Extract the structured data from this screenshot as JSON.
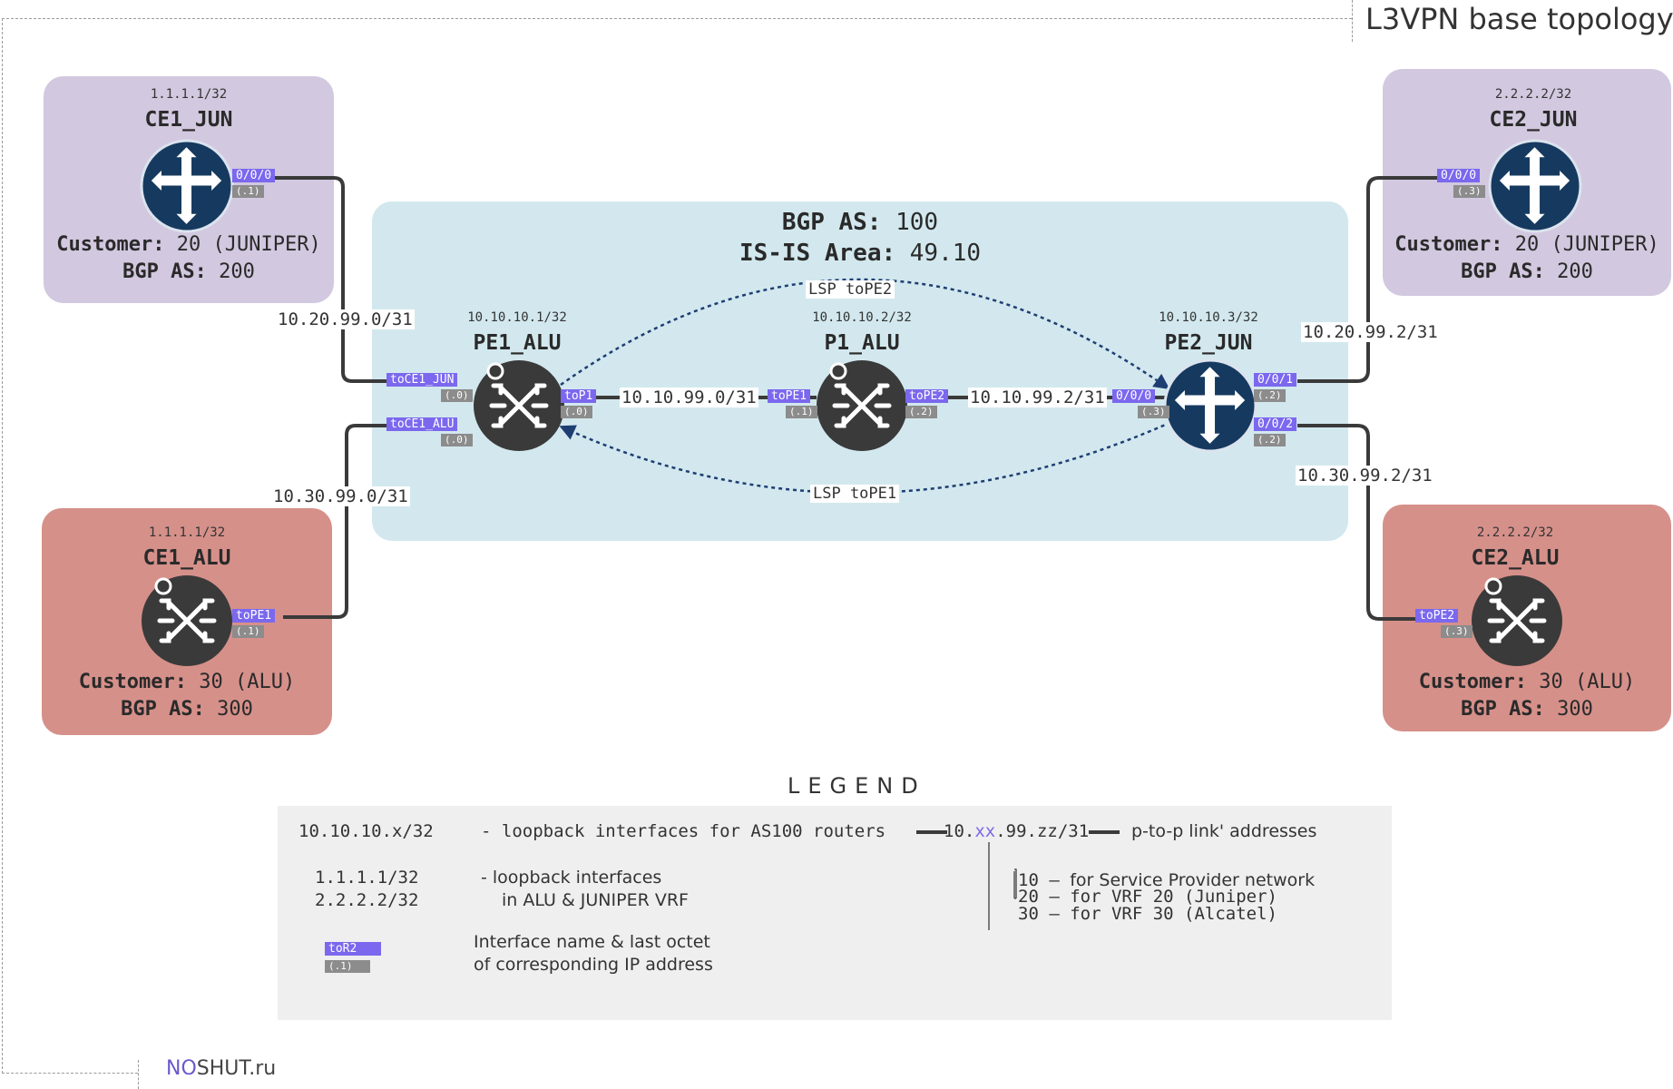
{
  "title": "L3VPN base topology",
  "brand": {
    "prefix": "NO",
    "suffix": "SHUT.ru"
  },
  "colors": {
    "juniper_router": "#163a5f",
    "alu_router": "#3a3a3a",
    "interface_label": "#7b68ee",
    "octet_label": "#8c8c8c",
    "ce_juniper_bg": "#d2c8df",
    "ce_alu_bg": "#d6908a",
    "core_bg": "#d2e8ee",
    "lsp_line": "#1e3e73"
  },
  "core": {
    "bgp_label": "BGP AS:",
    "bgp_value": "100",
    "isis_label": "IS-IS Area:",
    "isis_value": "49.10"
  },
  "routers": {
    "ce1_jun": {
      "loopback": "1.1.1.1/32",
      "name": "CE1_JUN",
      "icon": "juniper-router-icon",
      "customer_label": "Customer:",
      "customer_value": "20 (JUNIPER)",
      "bgp_label": "BGP AS:",
      "bgp_value": "200"
    },
    "ce2_jun": {
      "loopback": "2.2.2.2/32",
      "name": "CE2_JUN",
      "icon": "juniper-router-icon",
      "customer_label": "Customer:",
      "customer_value": "20 (JUNIPER)",
      "bgp_label": "BGP AS:",
      "bgp_value": "200"
    },
    "ce1_alu": {
      "loopback": "1.1.1.1/32",
      "name": "CE1_ALU",
      "icon": "alu-router-icon",
      "customer_label": "Customer:",
      "customer_value": "30 (ALU)",
      "bgp_label": "BGP AS:",
      "bgp_value": "300"
    },
    "ce2_alu": {
      "loopback": "2.2.2.2/32",
      "name": "CE2_ALU",
      "icon": "alu-router-icon",
      "customer_label": "Customer:",
      "customer_value": "30 (ALU)",
      "bgp_label": "BGP AS:",
      "bgp_value": "300"
    },
    "pe1_alu": {
      "loopback": "10.10.10.1/32",
      "name": "PE1_ALU",
      "icon": "alu-router-icon"
    },
    "p1_alu": {
      "loopback": "10.10.10.2/32",
      "name": "P1_ALU",
      "icon": "alu-router-icon"
    },
    "pe2_jun": {
      "loopback": "10.10.10.3/32",
      "name": "PE2_JUN",
      "icon": "juniper-router-icon"
    }
  },
  "interfaces": {
    "ce1_jun_if": {
      "name": "0/0/0",
      "octet": "(.1)"
    },
    "ce2_jun_if": {
      "name": "0/0/0",
      "octet": "(.3)"
    },
    "ce1_alu_if": {
      "name": "toPE1",
      "octet": "(.1)"
    },
    "ce2_alu_if": {
      "name": "toPE2",
      "octet": "(.3)"
    },
    "pe1_toce1_jun": {
      "name": "toCE1_JUN",
      "octet": "(.0)"
    },
    "pe1_toce1_alu": {
      "name": "toCE1_ALU",
      "octet": "(.0)"
    },
    "pe1_top1": {
      "name": "toP1",
      "octet": "(.0)"
    },
    "p1_tope1": {
      "name": "toPE1",
      "octet": "(.1)"
    },
    "p1_tope2": {
      "name": "toPE2",
      "octet": "(.2)"
    },
    "pe2_000": {
      "name": "0/0/0",
      "octet": "(.3)"
    },
    "pe2_001": {
      "name": "0/0/1",
      "octet": "(.2)"
    },
    "pe2_002": {
      "name": "0/0/2",
      "octet": "(.2)"
    }
  },
  "links": {
    "ce1_jun_pe1": "10.20.99.0/31",
    "ce1_alu_pe1": "10.30.99.0/31",
    "pe1_p1": "10.10.99.0/31",
    "p1_pe2": "10.10.99.2/31",
    "pe2_ce2_jun": "10.20.99.2/31",
    "pe2_ce2_alu": "10.30.99.2/31"
  },
  "lsps": {
    "to_pe2": "LSP toPE2",
    "to_pe1": "LSP toPE1"
  },
  "legend": {
    "title": "LEGEND",
    "row1_code": "10.10.10.x/32",
    "row1_desc": "- loopback interfaces for AS100 routers",
    "row2_code1": "1.1.1.1/32",
    "row2_code2": "2.2.2.2/32",
    "row2_desc1": "- loopback interfaces",
    "row2_desc2": "in ALU & JUNIPER VRF",
    "sample_if": "toR2",
    "sample_octet": "(.1)",
    "row3_desc1": "Interface name & last octet",
    "row3_desc2": "of corresponding IP address",
    "addr_pre": "10.",
    "addr_xx": "xx",
    "addr_post": ".99.zz/31",
    "addr_desc": "p-to-p link' addresses",
    "xx1_num": "10",
    "xx1_desc": "for Service Provider network",
    "xx2_num": "20",
    "xx2_desc": "for VRF 20 (Juniper)",
    "xx3_num": "30",
    "xx3_desc": "for VRF 30 (Alcatel)"
  }
}
